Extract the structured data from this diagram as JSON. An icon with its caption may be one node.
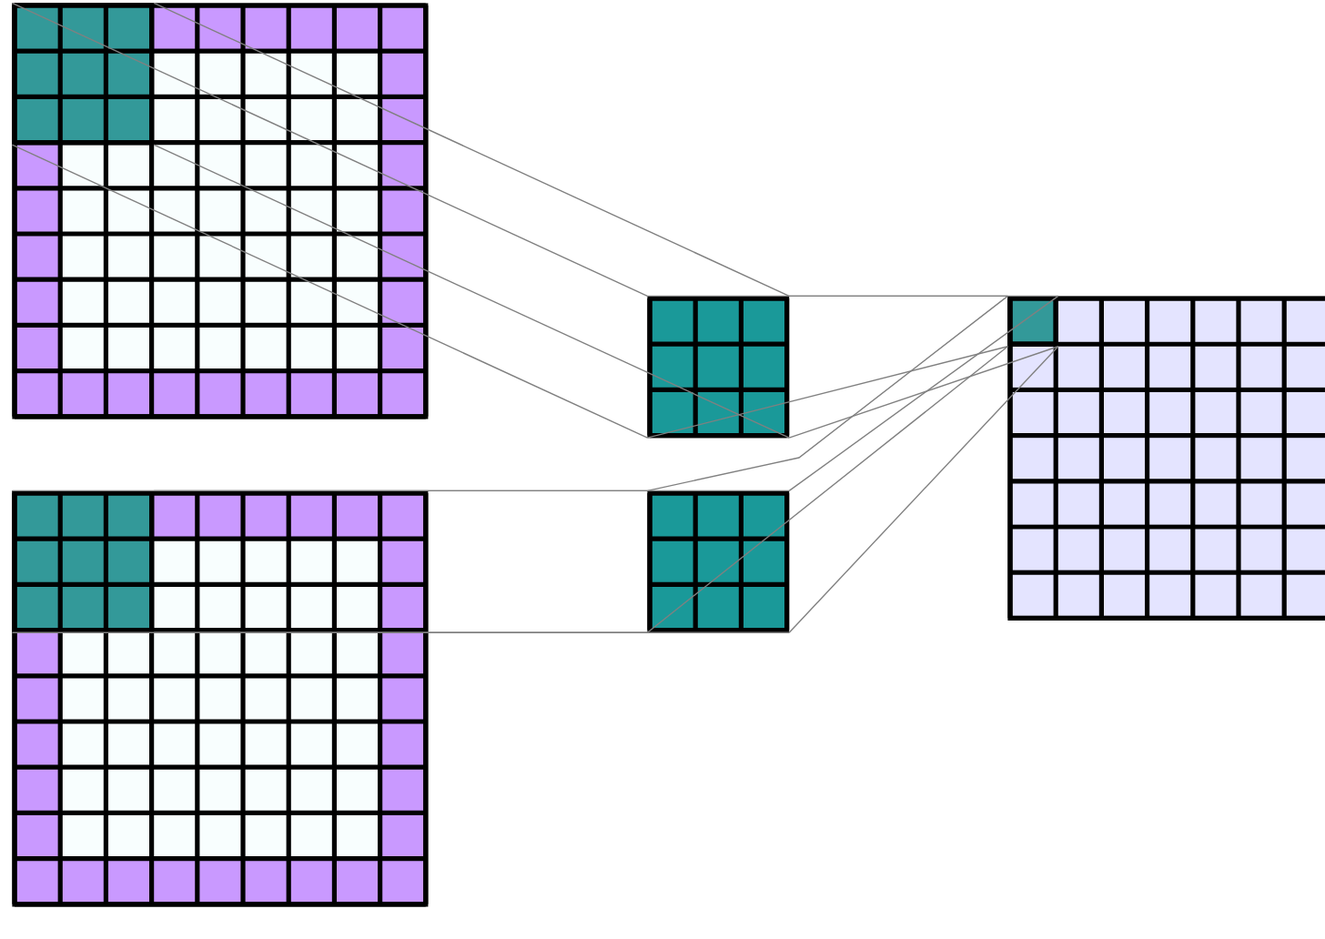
{
  "diagram": {
    "nodes": [
      {
        "text": [],
        "shape": "box"
      },
      {
        "text": [],
        "shape": "box",
        "in": 0
      },
      {
        "text": [],
        "shape": "box"
      },
      {
        "text": [],
        "shape": "box",
        "in": 2
      },
      {
        "text": [],
        "shape": "box"
      },
      {
        "text": [],
        "shape": "box"
      },
      {
        "text": [],
        "shape": "box"
      },
      {
        "text": [],
        "shape": "box",
        "in": 6
      }
    ],
    "edges": [
      {
        "from": 1,
        "to": 4,
        "arrow": "none"
      },
      {
        "from": 1,
        "to": 4,
        "arrow": "none"
      },
      {
        "from": 1,
        "to": 4,
        "arrow": "none"
      },
      {
        "from": 1,
        "to": 4,
        "arrow": "none"
      },
      {
        "from": 3,
        "to": 5,
        "arrow": "none"
      },
      {
        "from": 3,
        "to": 5,
        "arrow": "none"
      },
      {
        "from": 3,
        "to": 5,
        "arrow": "none"
      },
      {
        "from": 3,
        "to": 5,
        "arrow": "none"
      },
      {
        "from": 4,
        "to": 7,
        "arrow": "none"
      },
      {
        "from": 4,
        "to": 7,
        "arrow": "none"
      },
      {
        "from": 4,
        "to": 7,
        "arrow": "none"
      },
      {
        "from": 4,
        "to": 7,
        "arrow": "none"
      },
      {
        "from": 5,
        "to": 7,
        "arrow": "none"
      },
      {
        "from": 5,
        "to": 7,
        "arrow": "none"
      },
      {
        "from": 5,
        "to": 7,
        "arrow": "none"
      },
      {
        "from": 5,
        "to": 7,
        "arrow": "none"
      }
    ]
  }
}
